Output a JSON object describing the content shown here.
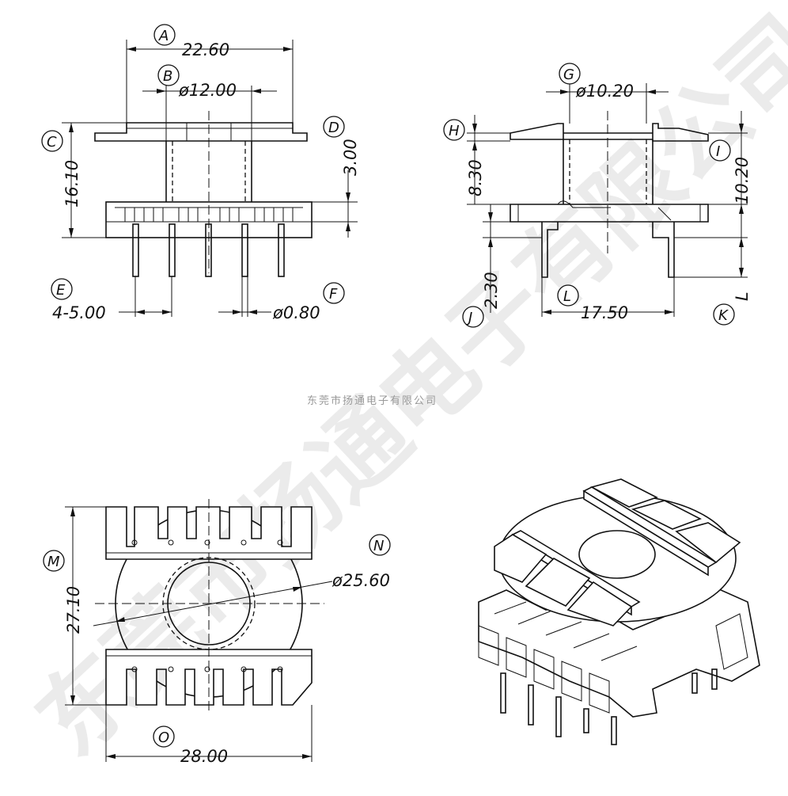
{
  "watermark": {
    "diagonal_text": "东莞市扬通电子有限公司",
    "center_text": "东莞市扬通电子有限公司"
  },
  "labels": {
    "A": "A",
    "B": "B",
    "C": "C",
    "D": "D",
    "E": "E",
    "F": "F",
    "G": "G",
    "H": "H",
    "I": "I",
    "J": "J",
    "K": "K",
    "L": "L",
    "M": "M",
    "N": "N",
    "O": "O"
  },
  "dimensions": {
    "A": "22.60",
    "B": "ø12.00",
    "C": "16.10",
    "D": "3.00",
    "E": "4-5.00",
    "F": "ø0.80",
    "G": "ø10.20",
    "H": "8.30",
    "I": "10.20",
    "J": "2.30",
    "K": "L",
    "L": "17.50",
    "M": "27.10",
    "N": "ø25.60",
    "O": "28.00"
  }
}
